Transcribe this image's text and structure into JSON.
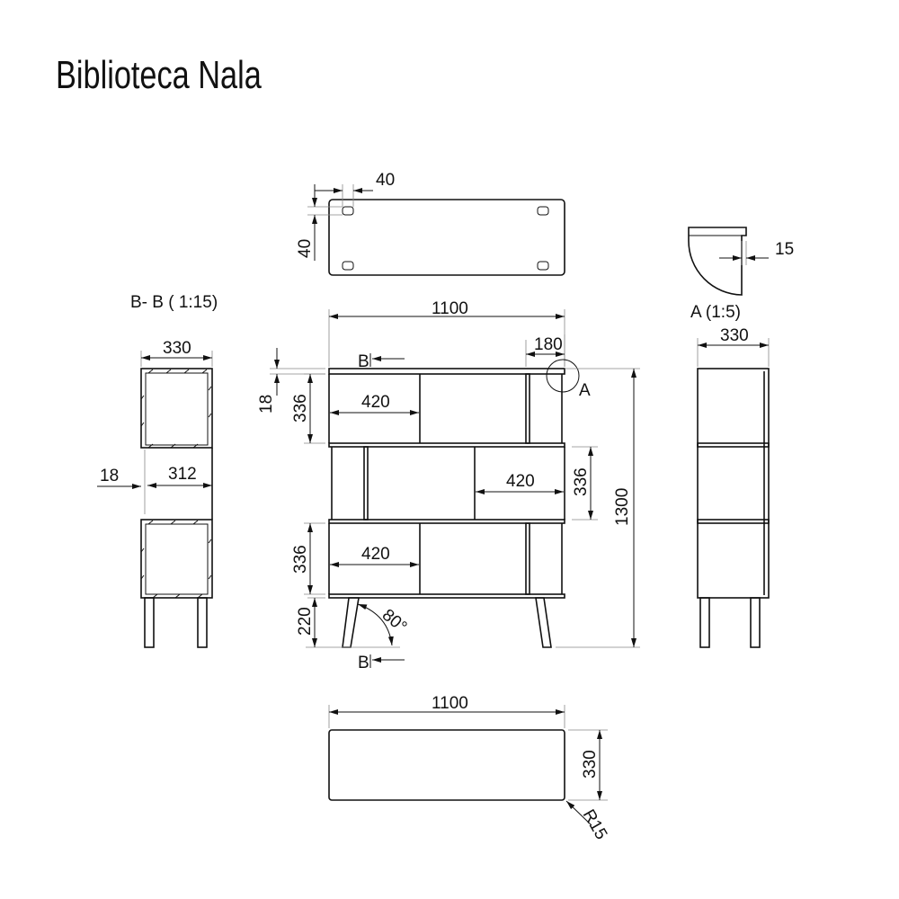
{
  "title": "Biblioteca Nala",
  "top_view": {
    "foot_width": "40",
    "foot_depth": "40"
  },
  "front_view": {
    "width": "1100",
    "height": "1300",
    "offset": "180",
    "panel_thickness": "18",
    "shelf_height_top": "336",
    "shelf_height_middle": "336",
    "shelf_height_bottom": "336",
    "compartment_width_top": "420",
    "compartment_width_middle": "420",
    "compartment_width_bottom": "420",
    "leg_height": "220",
    "leg_angle": "80°",
    "section_marker_top": "B",
    "section_marker_bottom": "B",
    "detail_marker": "A"
  },
  "section_bb": {
    "label": "B- B ( 1:15)",
    "depth": "330",
    "inner_depth": "312",
    "thickness": "18"
  },
  "detail_a": {
    "label": "A  (1:5)",
    "thickness": "15"
  },
  "side_view": {
    "depth": "330"
  },
  "bottom_view": {
    "width": "1100",
    "depth": "330",
    "radius": "R15"
  }
}
